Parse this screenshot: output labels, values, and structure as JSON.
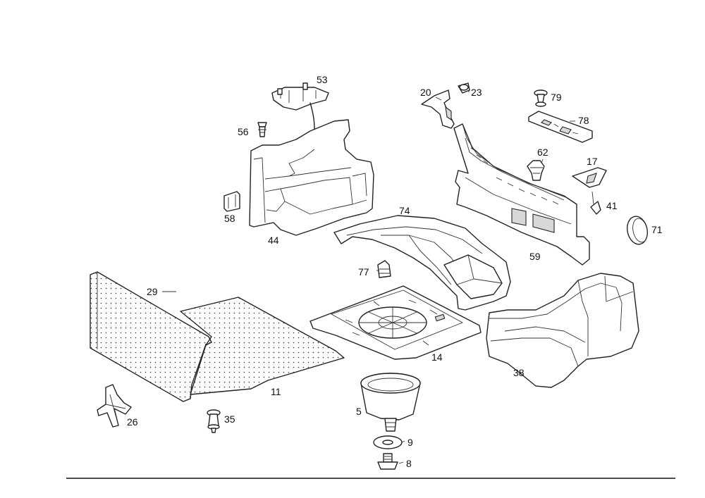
{
  "callouts": {
    "c53": "53",
    "c56": "56",
    "c58": "58",
    "c44": "44",
    "c20": "20",
    "c23": "23",
    "c79": "79",
    "c78": "78",
    "c62": "62",
    "c17": "17",
    "c41": "41",
    "c71": "71",
    "c59": "59",
    "c74": "74",
    "c77": "77",
    "c29": "29",
    "c11": "11",
    "c14": "14",
    "c38": "38",
    "c26": "26",
    "c35": "35",
    "c5": "5",
    "c9": "9",
    "c8": "8"
  }
}
